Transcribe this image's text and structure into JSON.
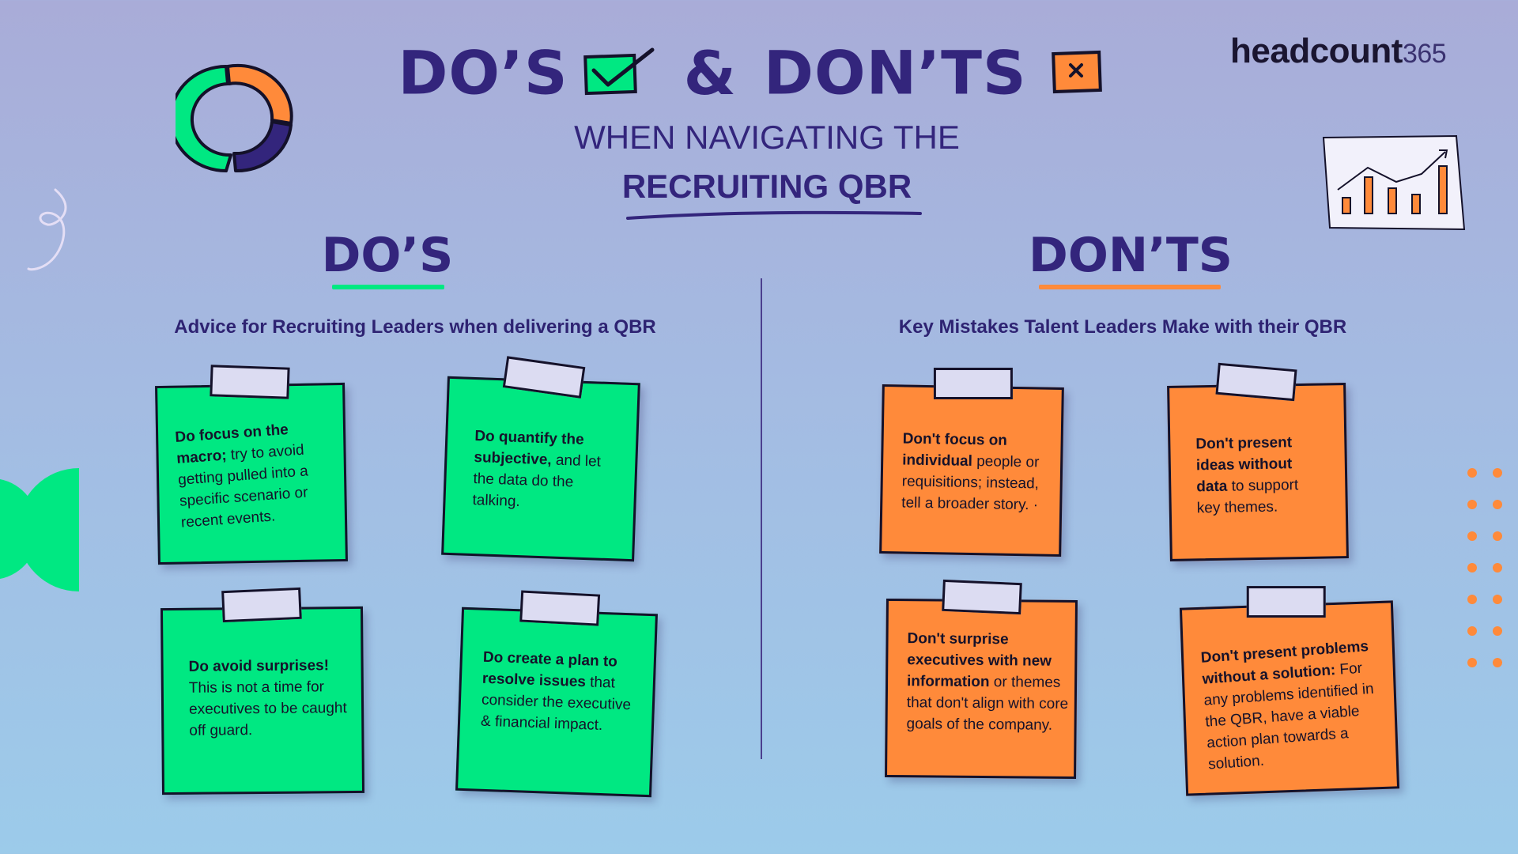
{
  "header": {
    "title_dos": "DO’S",
    "title_amp": "&",
    "title_donts": "DON’TS",
    "subtitle_line1": "WHEN NAVIGATING THE",
    "subtitle_line2": "RECRUITING QBR"
  },
  "brand": {
    "name": "headcount",
    "suffix": "365"
  },
  "dos": {
    "heading": "DO’S",
    "subheading": "Advice for Recruiting Leaders when delivering a QBR",
    "notes": [
      {
        "bold": "Do focus on the macro;",
        "text": " try to avoid getting pulled into a specific scenario or recent events."
      },
      {
        "bold": "Do quantify the subjective,",
        "text": " and let the data do the talking."
      },
      {
        "bold": "Do avoid surprises!",
        "text": " This is not a time for executives to be caught off guard."
      },
      {
        "bold": "Do create a plan to resolve issues",
        "text": " that consider the executive & financial impact."
      }
    ]
  },
  "donts": {
    "heading": "DON’TS",
    "subheading": "Key Mistakes Talent Leaders Make with their QBR",
    "notes": [
      {
        "bold": "Don't focus on individual",
        "text": " people or requisitions; instead, tell a broader story. ·"
      },
      {
        "bold": "Don't present ideas without data",
        "text": " to support key themes."
      },
      {
        "bold": "Don't surprise executives with new information",
        "text": " or themes that don't align with core goals of the company."
      },
      {
        "bold": "Don't present problems without a solution:",
        "text": " For any problems identified in the QBR, have a viable action plan towards a solution."
      }
    ]
  },
  "colors": {
    "navy": "#33257c",
    "green": "#00e882",
    "orange": "#ff8a3a",
    "background_top": "#a9acd8",
    "background_bottom": "#9ccbea"
  },
  "icons": [
    "check-box-icon",
    "x-box-icon",
    "donut-chart-icon",
    "bar-chart-icon",
    "squiggle-icon"
  ]
}
